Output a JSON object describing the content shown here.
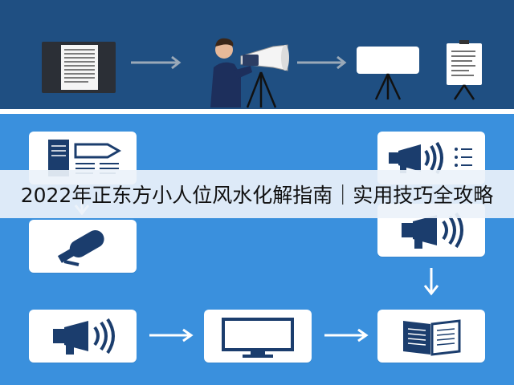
{
  "banner": {
    "title": "2022年正东方小人位风水化解指南｜实用技巧全攻略"
  },
  "colors": {
    "top_band": "#1f4f82",
    "bottom_band": "#3a90dd",
    "card": "#ffffff",
    "icon_navy": "#1b3d6d",
    "arrow_gray": "#9aa9b8"
  },
  "icons": {
    "top_row": [
      "document-icon",
      "presenter-with-megaphone",
      "whiteboard-on-tripod",
      "flipchart-icon"
    ],
    "bottom_cards": [
      "book-and-pen-icon",
      "microphone-icon",
      "megaphone-icon",
      "monitor-icon",
      "open-book-icon",
      "megaphone-with-list-icon",
      "megaphone-icon-2"
    ]
  }
}
